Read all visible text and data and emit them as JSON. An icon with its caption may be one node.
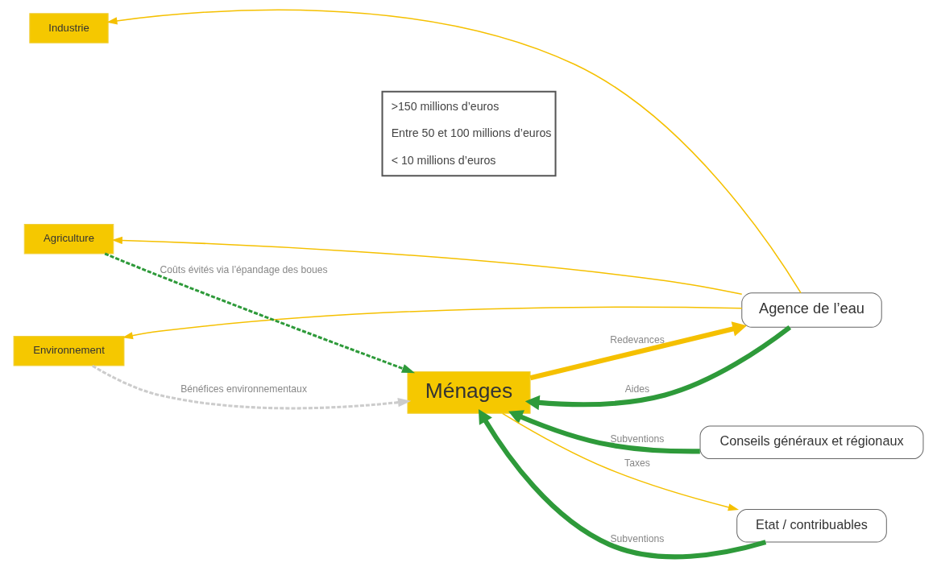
{
  "diagram": {
    "nodes": [
      {
        "text": [
          "Industrie"
        ]
      },
      {
        "text": [
          "Environnement"
        ]
      },
      {
        "text": [
          "Conseils généraux et régionaux"
        ]
      },
      {
        "text": [
          "Agence de l’eau"
        ]
      },
      {
        "text": [
          "Ménages"
        ]
      },
      {
        "text": [
          "Agriculture"
        ]
      },
      {
        "text": [
          "Etat / contribuables"
        ]
      }
    ],
    "edges": [
      {
        "from": 3,
        "to": 0,
        "arrow": "to",
        "color": "#f5c000"
      },
      {
        "from": 3,
        "to": 1,
        "arrow": "to",
        "color": "#f5c000"
      },
      {
        "from": 1,
        "to": 4,
        "arrow": "to",
        "label": "Bénéfices environnementaux",
        "style": "dashed",
        "color": "#cccccc"
      },
      {
        "from": 2,
        "to": 4,
        "arrow": "to",
        "label": "Subventions",
        "style": "thick",
        "color": "#2e9a3a"
      },
      {
        "from": 3,
        "to": 4,
        "arrow": "to",
        "label": "Aides",
        "style": "thick",
        "color": "#2e9a3a"
      },
      {
        "from": 4,
        "to": 3,
        "arrow": "to",
        "label": "Redevances",
        "style": "thick",
        "color": "#f5c000"
      },
      {
        "from": 3,
        "to": 5,
        "arrow": "to",
        "color": "#f5c000"
      },
      {
        "from": 5,
        "to": 4,
        "arrow": "to",
        "label": "Coûts évités via l’épandage des boues",
        "style": "dashed",
        "color": "#2e9a3a"
      },
      {
        "from": 6,
        "to": 4,
        "arrow": "to",
        "label": "Subventions",
        "style": "thick",
        "color": "#2e9a3a"
      },
      {
        "from": 4,
        "to": 6,
        "arrow": "to",
        "label": "Taxes",
        "color": "#f5c000"
      }
    ],
    "legend": [
      {
        "text": ">150 millions d’euros"
      },
      {
        "text": "Entre 50 et 100 millions d’euros"
      },
      {
        "text": "< 10 millions d’euros"
      }
    ]
  }
}
